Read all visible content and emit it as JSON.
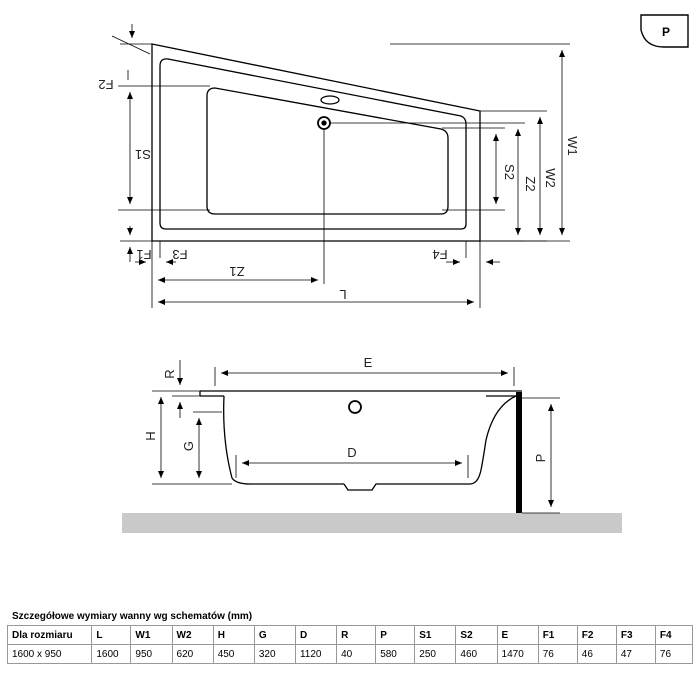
{
  "badge": {
    "label": "P"
  },
  "top_view": {
    "labels": {
      "W1": "W1",
      "W2": "W2",
      "S1": "S1",
      "S2": "S2",
      "Z1": "Z1",
      "Z2": "Z2",
      "L": "L",
      "F1": "F1",
      "F2": "F2",
      "F3": "F3",
      "F4": "F4"
    }
  },
  "side_view": {
    "labels": {
      "E": "E",
      "D": "D",
      "H": "H",
      "G": "G",
      "R": "R",
      "P": "P"
    }
  },
  "table": {
    "title": "Szczegółowe wymiary wanny wg schematów (mm)",
    "headers": [
      "Dla rozmiaru",
      "L",
      "W1",
      "W2",
      "H",
      "G",
      "D",
      "R",
      "P",
      "S1",
      "S2",
      "E",
      "F1",
      "F2",
      "F3",
      "F4"
    ],
    "rows": [
      [
        "1600 x 950",
        "1600",
        "950",
        "620",
        "450",
        "320",
        "1120",
        "40",
        "580",
        "250",
        "460",
        "1470",
        "76",
        "46",
        "47",
        "76"
      ]
    ]
  },
  "colors": {
    "line": "#000000",
    "floor": "#c9c9c9",
    "table_border": "#999999"
  }
}
